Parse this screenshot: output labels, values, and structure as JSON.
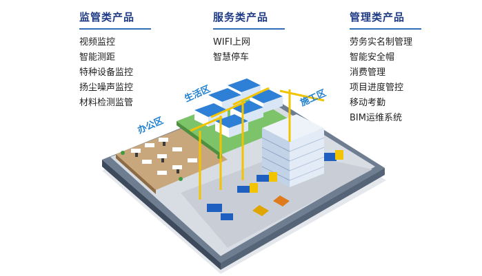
{
  "columns": [
    {
      "title": "监管类产品",
      "items": [
        "视频监控",
        "智能测距",
        "特种设备监控",
        "扬尘噪声监控",
        "材料检测监管"
      ]
    },
    {
      "title": "服务类产品",
      "items": [
        "WIFI上网",
        "智慧停车"
      ]
    },
    {
      "title": "管理类产品",
      "items": [
        "劳务实名制管理",
        "智能安全帽",
        "消费管理",
        "项目进度管控",
        "移动考勤",
        "BIM运维系统"
      ]
    }
  ],
  "zones": {
    "office": "办公区",
    "living": "生活区",
    "construction": "施工区"
  },
  "colors": {
    "title": "#1f3b86",
    "rule": "#2f6db6",
    "zone_label": "#1e7fd0",
    "crane": "#f2c400"
  }
}
